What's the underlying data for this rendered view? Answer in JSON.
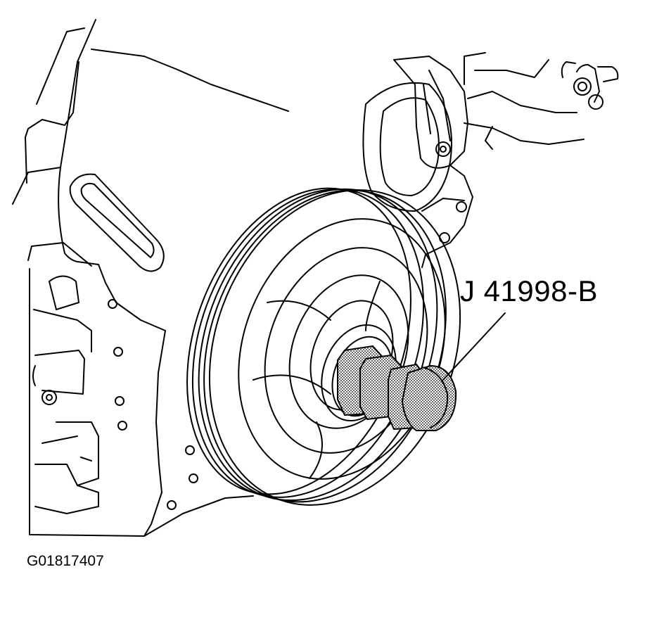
{
  "diagram": {
    "callout_label": "J 41998-B",
    "figure_id": "G01817407"
  },
  "colors": {
    "line": "#000000",
    "background": "#ffffff",
    "tool_fill": "#8a8a8a"
  },
  "parts": [
    {
      "name": "engine-front-cover"
    },
    {
      "name": "crankshaft-balancer-pulley"
    },
    {
      "name": "tensioner-pulley"
    },
    {
      "name": "tensioner-arm"
    },
    {
      "name": "special-tool"
    }
  ]
}
